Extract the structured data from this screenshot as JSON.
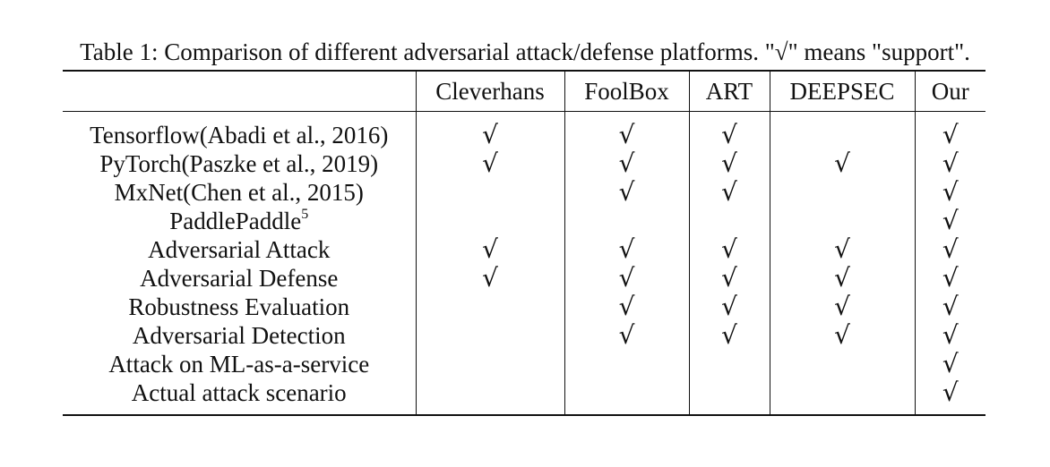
{
  "caption": "Table 1: Comparison of different adversarial attack/defense platforms. \"√\" means \"support\".",
  "columns": [
    "Cleverhans",
    "FoolBox",
    "ART",
    "DEEPSEC",
    "Our"
  ],
  "check_symbol": "√",
  "rows": [
    {
      "feature": "Tensorflow(Abadi et al., 2016)",
      "sup": "",
      "support": [
        true,
        true,
        true,
        false,
        true
      ]
    },
    {
      "feature": "PyTorch(Paszke et al., 2019)",
      "sup": "",
      "support": [
        true,
        true,
        true,
        true,
        true
      ]
    },
    {
      "feature": "MxNet(Chen et al., 2015)",
      "sup": "",
      "support": [
        false,
        true,
        true,
        false,
        true
      ]
    },
    {
      "feature": "PaddlePaddle",
      "sup": "5",
      "support": [
        false,
        false,
        false,
        false,
        true
      ]
    },
    {
      "feature": "Adversarial Attack",
      "sup": "",
      "support": [
        true,
        true,
        true,
        true,
        true
      ]
    },
    {
      "feature": "Adversarial Defense",
      "sup": "",
      "support": [
        true,
        true,
        true,
        true,
        true
      ]
    },
    {
      "feature": "Robustness Evaluation",
      "sup": "",
      "support": [
        false,
        true,
        true,
        true,
        true
      ]
    },
    {
      "feature": "Adversarial Detection",
      "sup": "",
      "support": [
        false,
        true,
        true,
        true,
        true
      ]
    },
    {
      "feature": "Attack on ML-as-a-service",
      "sup": "",
      "support": [
        false,
        false,
        false,
        false,
        true
      ]
    },
    {
      "feature": "Actual attack scenario",
      "sup": "",
      "support": [
        false,
        false,
        false,
        false,
        true
      ]
    }
  ]
}
